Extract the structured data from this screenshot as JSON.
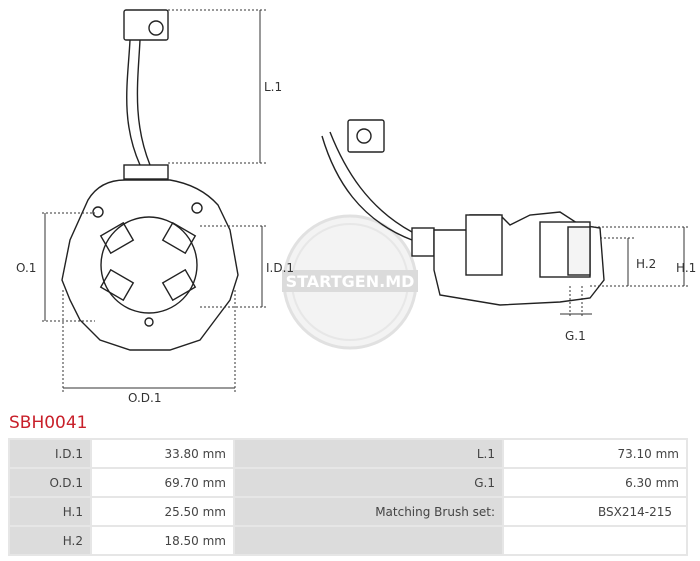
{
  "drawing": {
    "labels": {
      "l1": "L.1",
      "o1": "O.1",
      "id1": "I.D.1",
      "od1": "O.D.1",
      "h1": "H.1",
      "h2": "H.2",
      "g1": "G.1"
    },
    "watermark": "STARTGEN.MD"
  },
  "title": "SBH0041",
  "specs": [
    {
      "label": "I.D.1",
      "value": "33.80 mm",
      "label2": "L.1",
      "value2": "73.10 mm"
    },
    {
      "label": "O.D.1",
      "value": "69.70 mm",
      "label2": "G.1",
      "value2": "6.30 mm"
    },
    {
      "label": "H.1",
      "value": "25.50 mm",
      "label2": "Matching Brush set:",
      "value2": "BSX214-215"
    },
    {
      "label": "H.2",
      "value": "18.50 mm",
      "label2": "",
      "value2": ""
    }
  ],
  "colors": {
    "title": "#c8202a",
    "label_bg": "#dcdcdc"
  }
}
